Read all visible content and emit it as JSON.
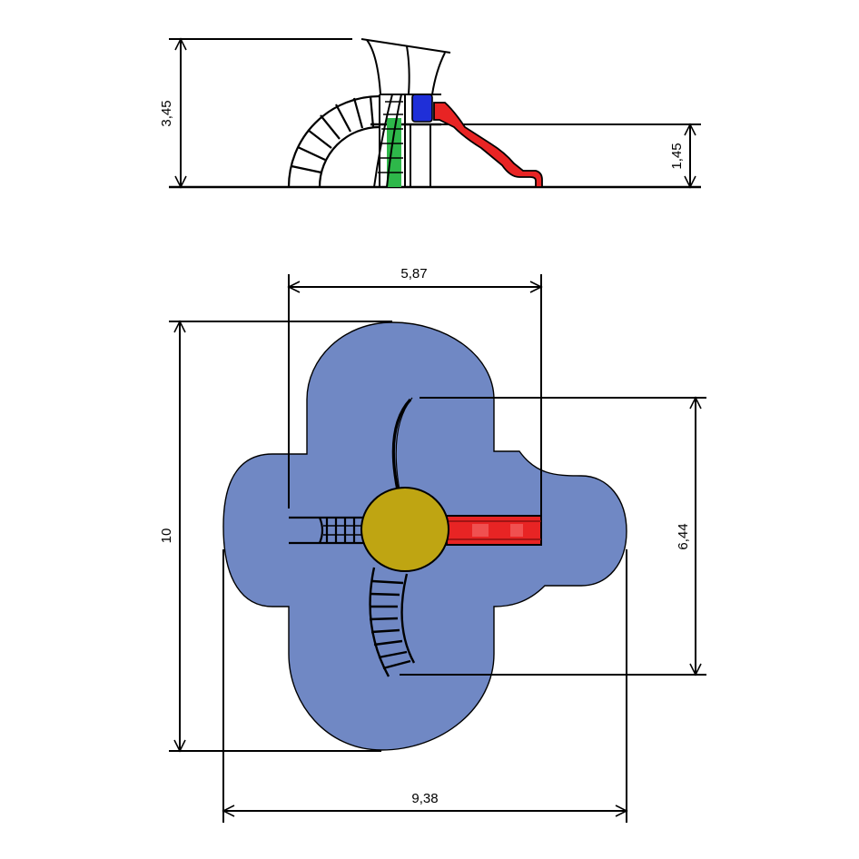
{
  "drawing": {
    "side_view": {
      "dimensions": {
        "total_height": "3,45",
        "platform_height": "1,45"
      }
    },
    "top_view": {
      "dimensions": {
        "width_tower": "5,87",
        "overall_length": "10",
        "structure_length": "6,44",
        "overall_width": "9,38"
      }
    },
    "colors": {
      "safety_area": "#7088C4",
      "platform": "#BFA512",
      "slide": "#E82424",
      "roof_panel": "#1F2FD8",
      "climbing_net": "#2EB84A",
      "line": "#000000"
    }
  }
}
